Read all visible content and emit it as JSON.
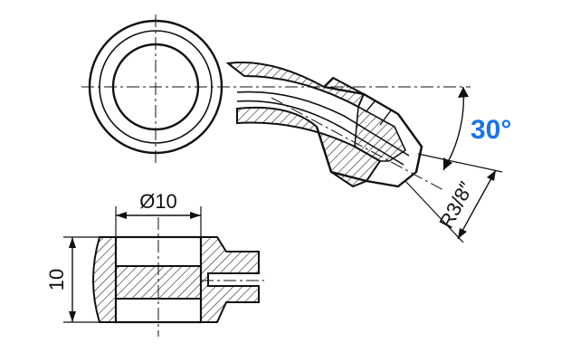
{
  "figure": {
    "angle_label": "30°",
    "thread_label": "R3/8″",
    "diameter_label": "Ø10",
    "height_label": "10"
  },
  "colors": {
    "line": "#111111",
    "accent": "#1a73e8",
    "background": "#ffffff"
  }
}
